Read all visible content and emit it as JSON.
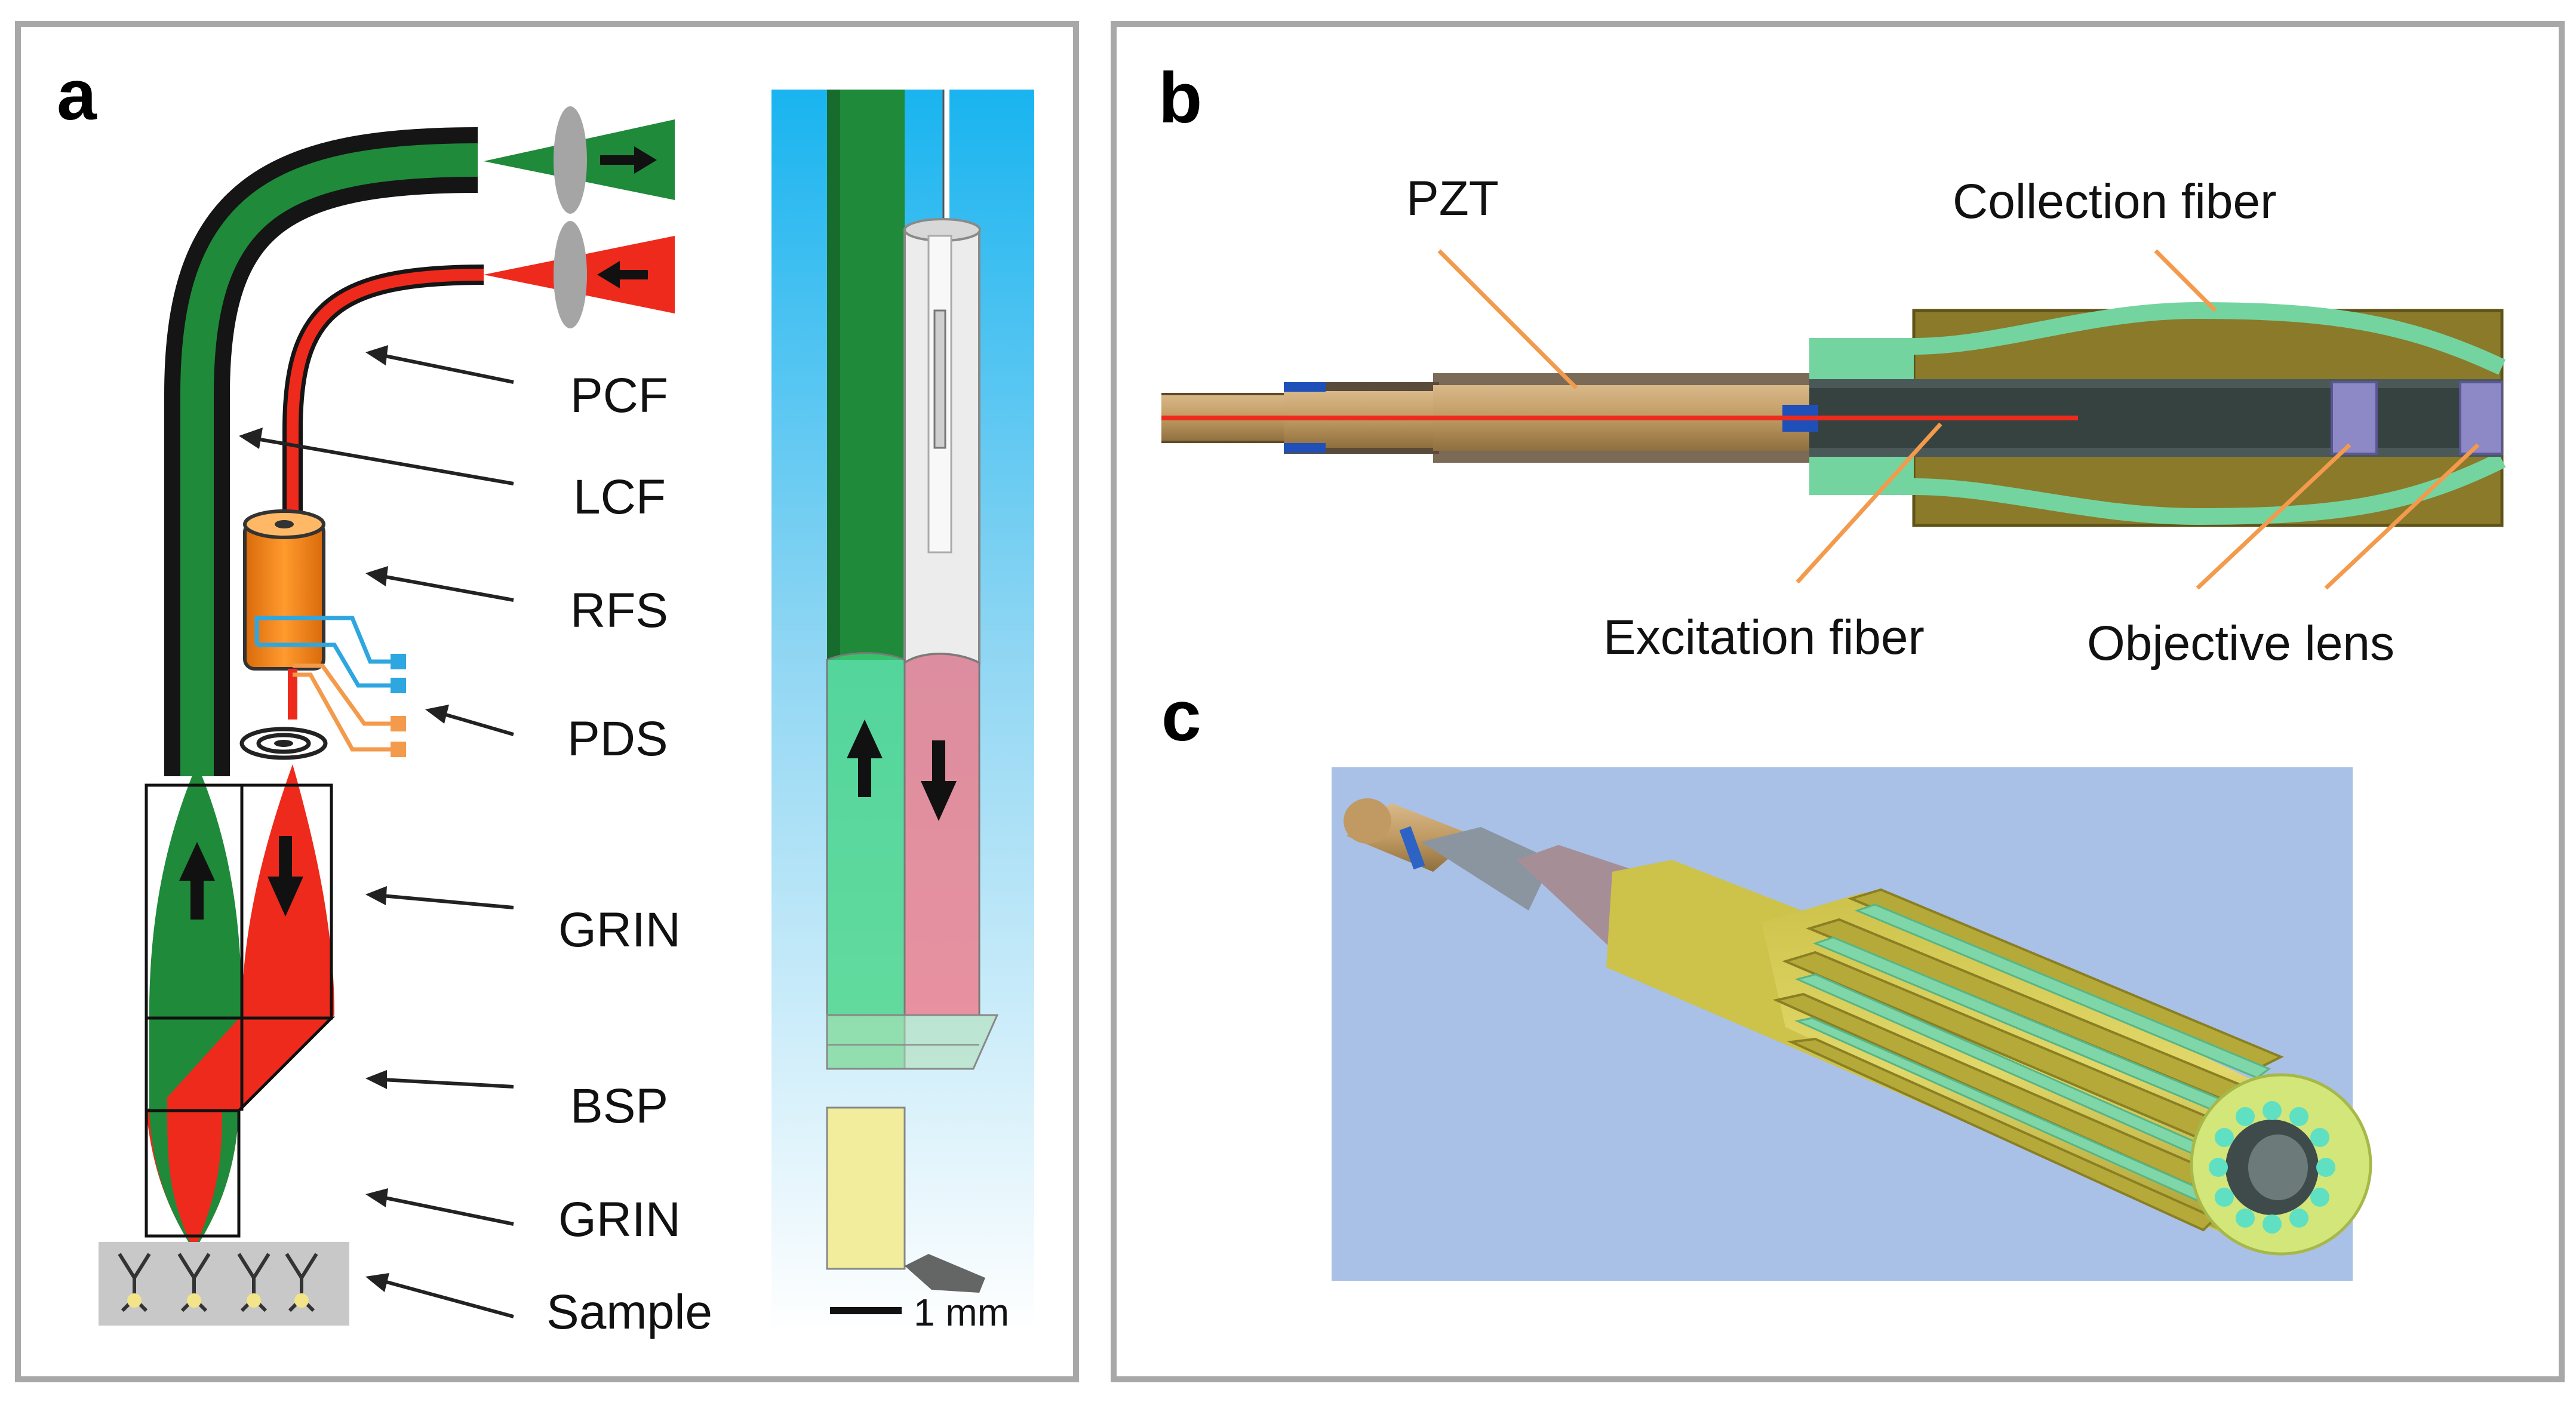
{
  "panels": {
    "a": {
      "letter": "a",
      "labels": {
        "pcf": "PCF",
        "lcf": "LCF",
        "rfs": "RFS",
        "pds": "PDS",
        "grin_top": "GRIN",
        "bsp": "BSP",
        "grin_bottom": "GRIN",
        "sample": "Sample"
      },
      "scale_bar": "1 mm"
    },
    "b": {
      "letter": "b",
      "labels": {
        "pzt": "PZT",
        "collection_fiber": "Collection fiber",
        "excitation_fiber": "Excitation fiber",
        "objective_lens": "Objective lens"
      }
    },
    "c": {
      "letter": "c"
    }
  },
  "colors": {
    "green": "#1f8a3a",
    "red": "#ee2a1c",
    "orange": "#f39a4c",
    "fiber_black": "#151515",
    "sky": "#29b8ef",
    "tan": "#b69460",
    "olive": "#8a7a2a",
    "collection": "#73d4a0",
    "lens": "#8d88c6",
    "render_bg": "#a9c1e6"
  }
}
